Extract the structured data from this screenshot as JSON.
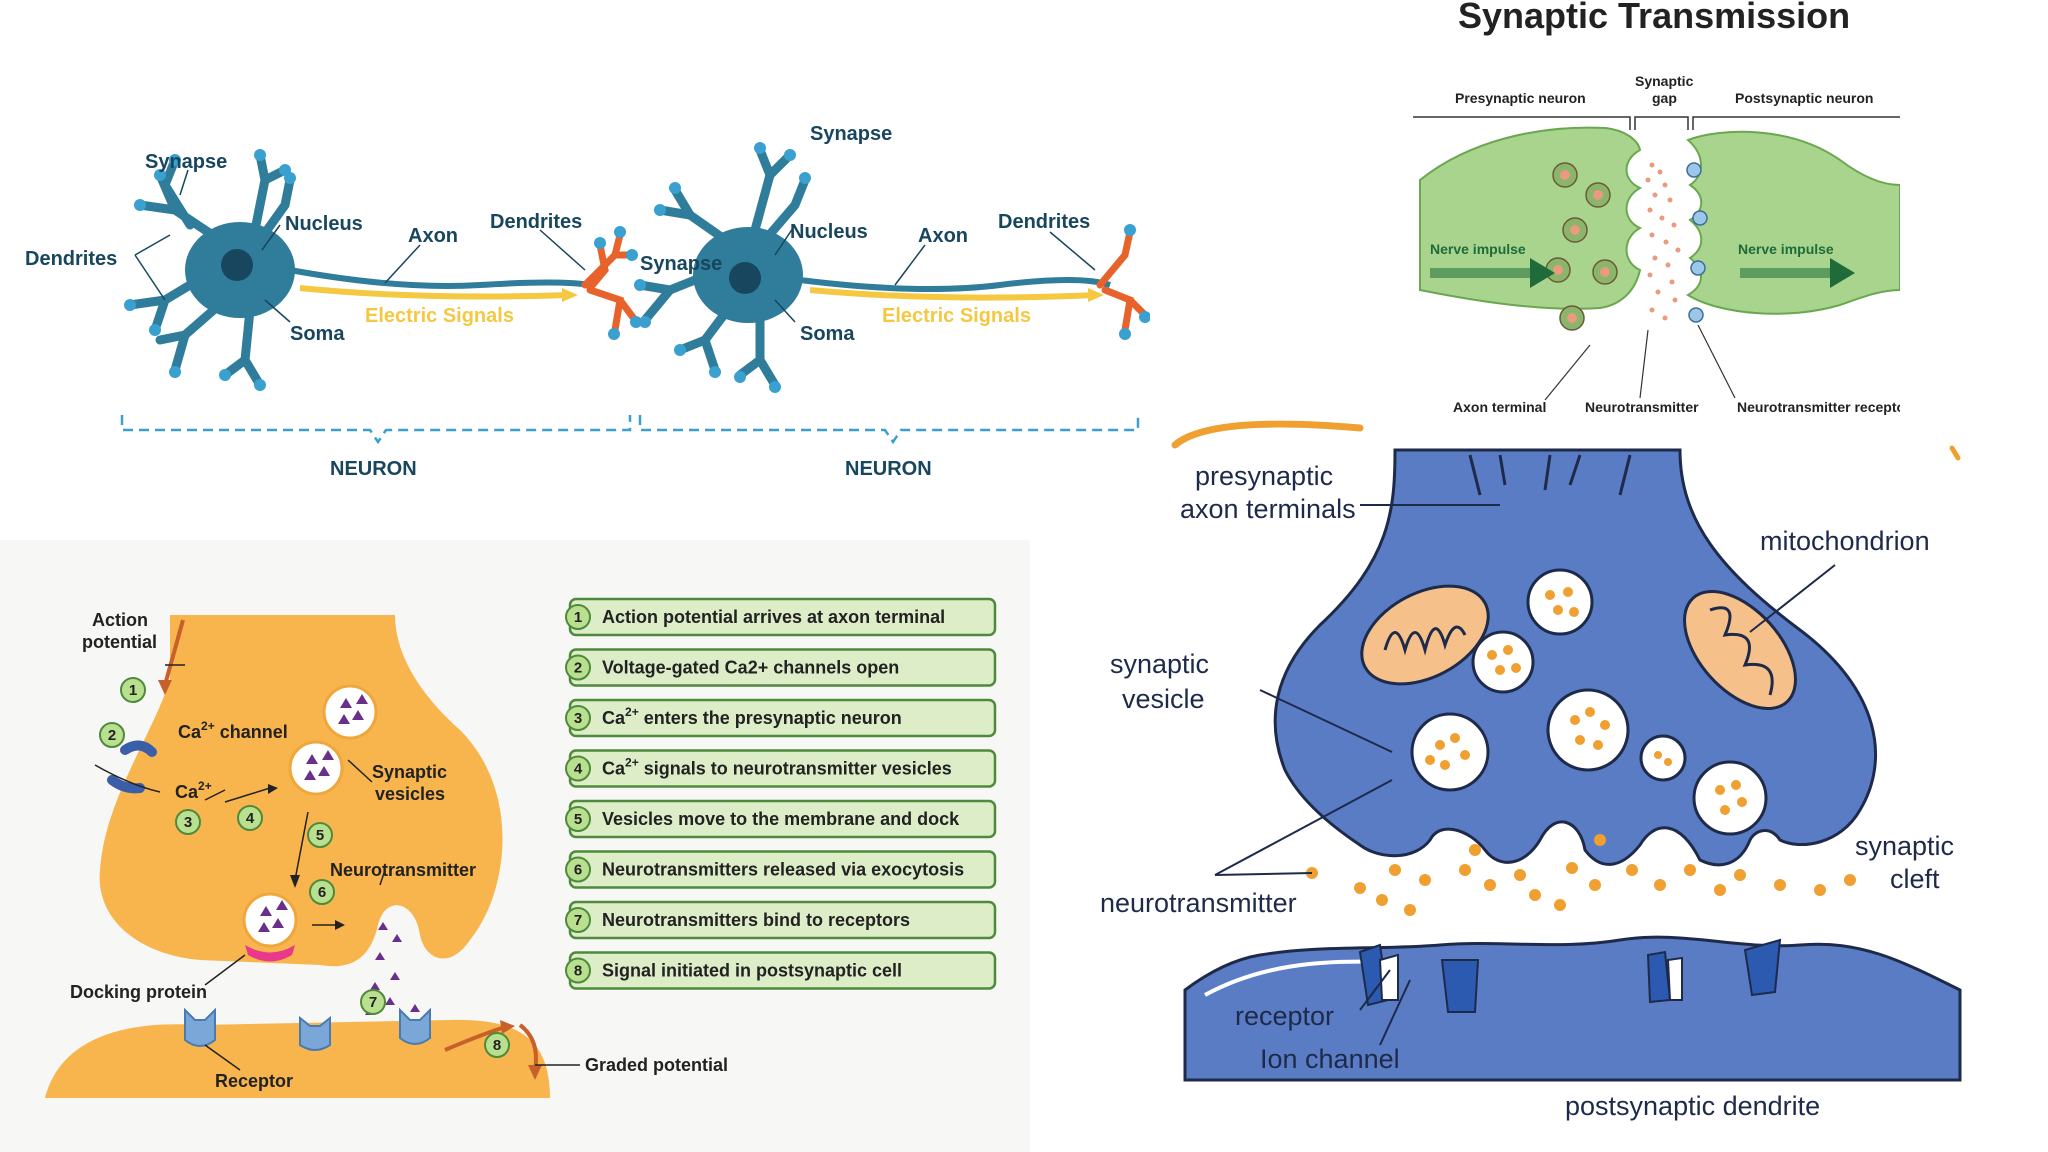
{
  "neuron_panel": {
    "labels": {
      "synapse": "Synapse",
      "nucleus": "Nucleus",
      "dendrites": "Dendrites",
      "axon": "Axon",
      "soma": "Soma",
      "electric_signals": "Electric Signals",
      "neuron": "NEURON"
    },
    "colors": {
      "body": "#2f7d9b",
      "dark": "#17465e",
      "signal": "#f5c842",
      "terminal": "#e7632b",
      "tip": "#3aa0d0"
    }
  },
  "synaptic_transmission": {
    "title": "Synaptic Transmission",
    "presynaptic": "Presynaptic neuron",
    "gap_line1": "Synaptic",
    "gap_line2": "gap",
    "postsynaptic": "Postsynaptic neuron",
    "nerve_impulse": "Nerve impulse",
    "axon_terminal": "Axon terminal",
    "neurotransmitter": "Neurotransmitter",
    "receptor": "Neurotransmitter receptor",
    "colors": {
      "cell": "#a9d48d",
      "arrow": "#1f6b3a",
      "dots": "#e99a7f"
    }
  },
  "steps_panel": {
    "labels": {
      "action": "Action",
      "potential": "potential",
      "ca_channel": "Ca",
      "ca_channel_sup": "2+",
      "ca_channel_rest": " channel",
      "ca_ion": "Ca",
      "ca_ion_sup": "2+",
      "synaptic": "Synaptic",
      "vesicles": "vesicles",
      "neurotransmitter": "Neurotransmitter",
      "docking_protein": "Docking protein",
      "receptor": "Receptor",
      "graded_potential": "Graded potential"
    },
    "step_numbers": [
      "1",
      "2",
      "3",
      "4",
      "5",
      "6",
      "7",
      "8"
    ],
    "steps": [
      {
        "num": "1",
        "text": "Action potential arrives at axon terminal"
      },
      {
        "num": "2",
        "text": "Voltage-gated Ca2+ channels open"
      },
      {
        "num": "3",
        "pre": "Ca",
        "sup": "2+",
        "text": " enters the presynaptic neuron"
      },
      {
        "num": "4",
        "pre": "Ca",
        "sup": "2+",
        "text": " signals to neurotransmitter vesicles"
      },
      {
        "num": "5",
        "text": "Vesicles move to the membrane and dock"
      },
      {
        "num": "6",
        "text": "Neurotransmitters released via exocytosis"
      },
      {
        "num": "7",
        "text": "Neurotransmitters bind to receptors"
      },
      {
        "num": "8",
        "text": "Signal initiated in postsynaptic cell"
      }
    ],
    "colors": {
      "cell": "#f8b54e",
      "box": "#dcedc8",
      "box_border": "#4f8a3c",
      "vesicle": "#6a2f8a"
    }
  },
  "terminal_panel": {
    "presynaptic_l1": "presynaptic",
    "presynaptic_l2": "axon terminals",
    "mitochondrion": "mitochondrion",
    "synaptic_l1": "synaptic",
    "synaptic_l2": "vesicle",
    "neurotransmitter": "neurotransmitter",
    "cleft_l1": "synaptic",
    "cleft_l2": "cleft",
    "receptor": "receptor",
    "ion_channel": "Ion channel",
    "postsynaptic": "postsynaptic dendrite",
    "colors": {
      "blue": "#5a7cc4",
      "orange": "#f0a030",
      "mito": "#f5c08a",
      "dark": "#1e2a4a"
    }
  }
}
